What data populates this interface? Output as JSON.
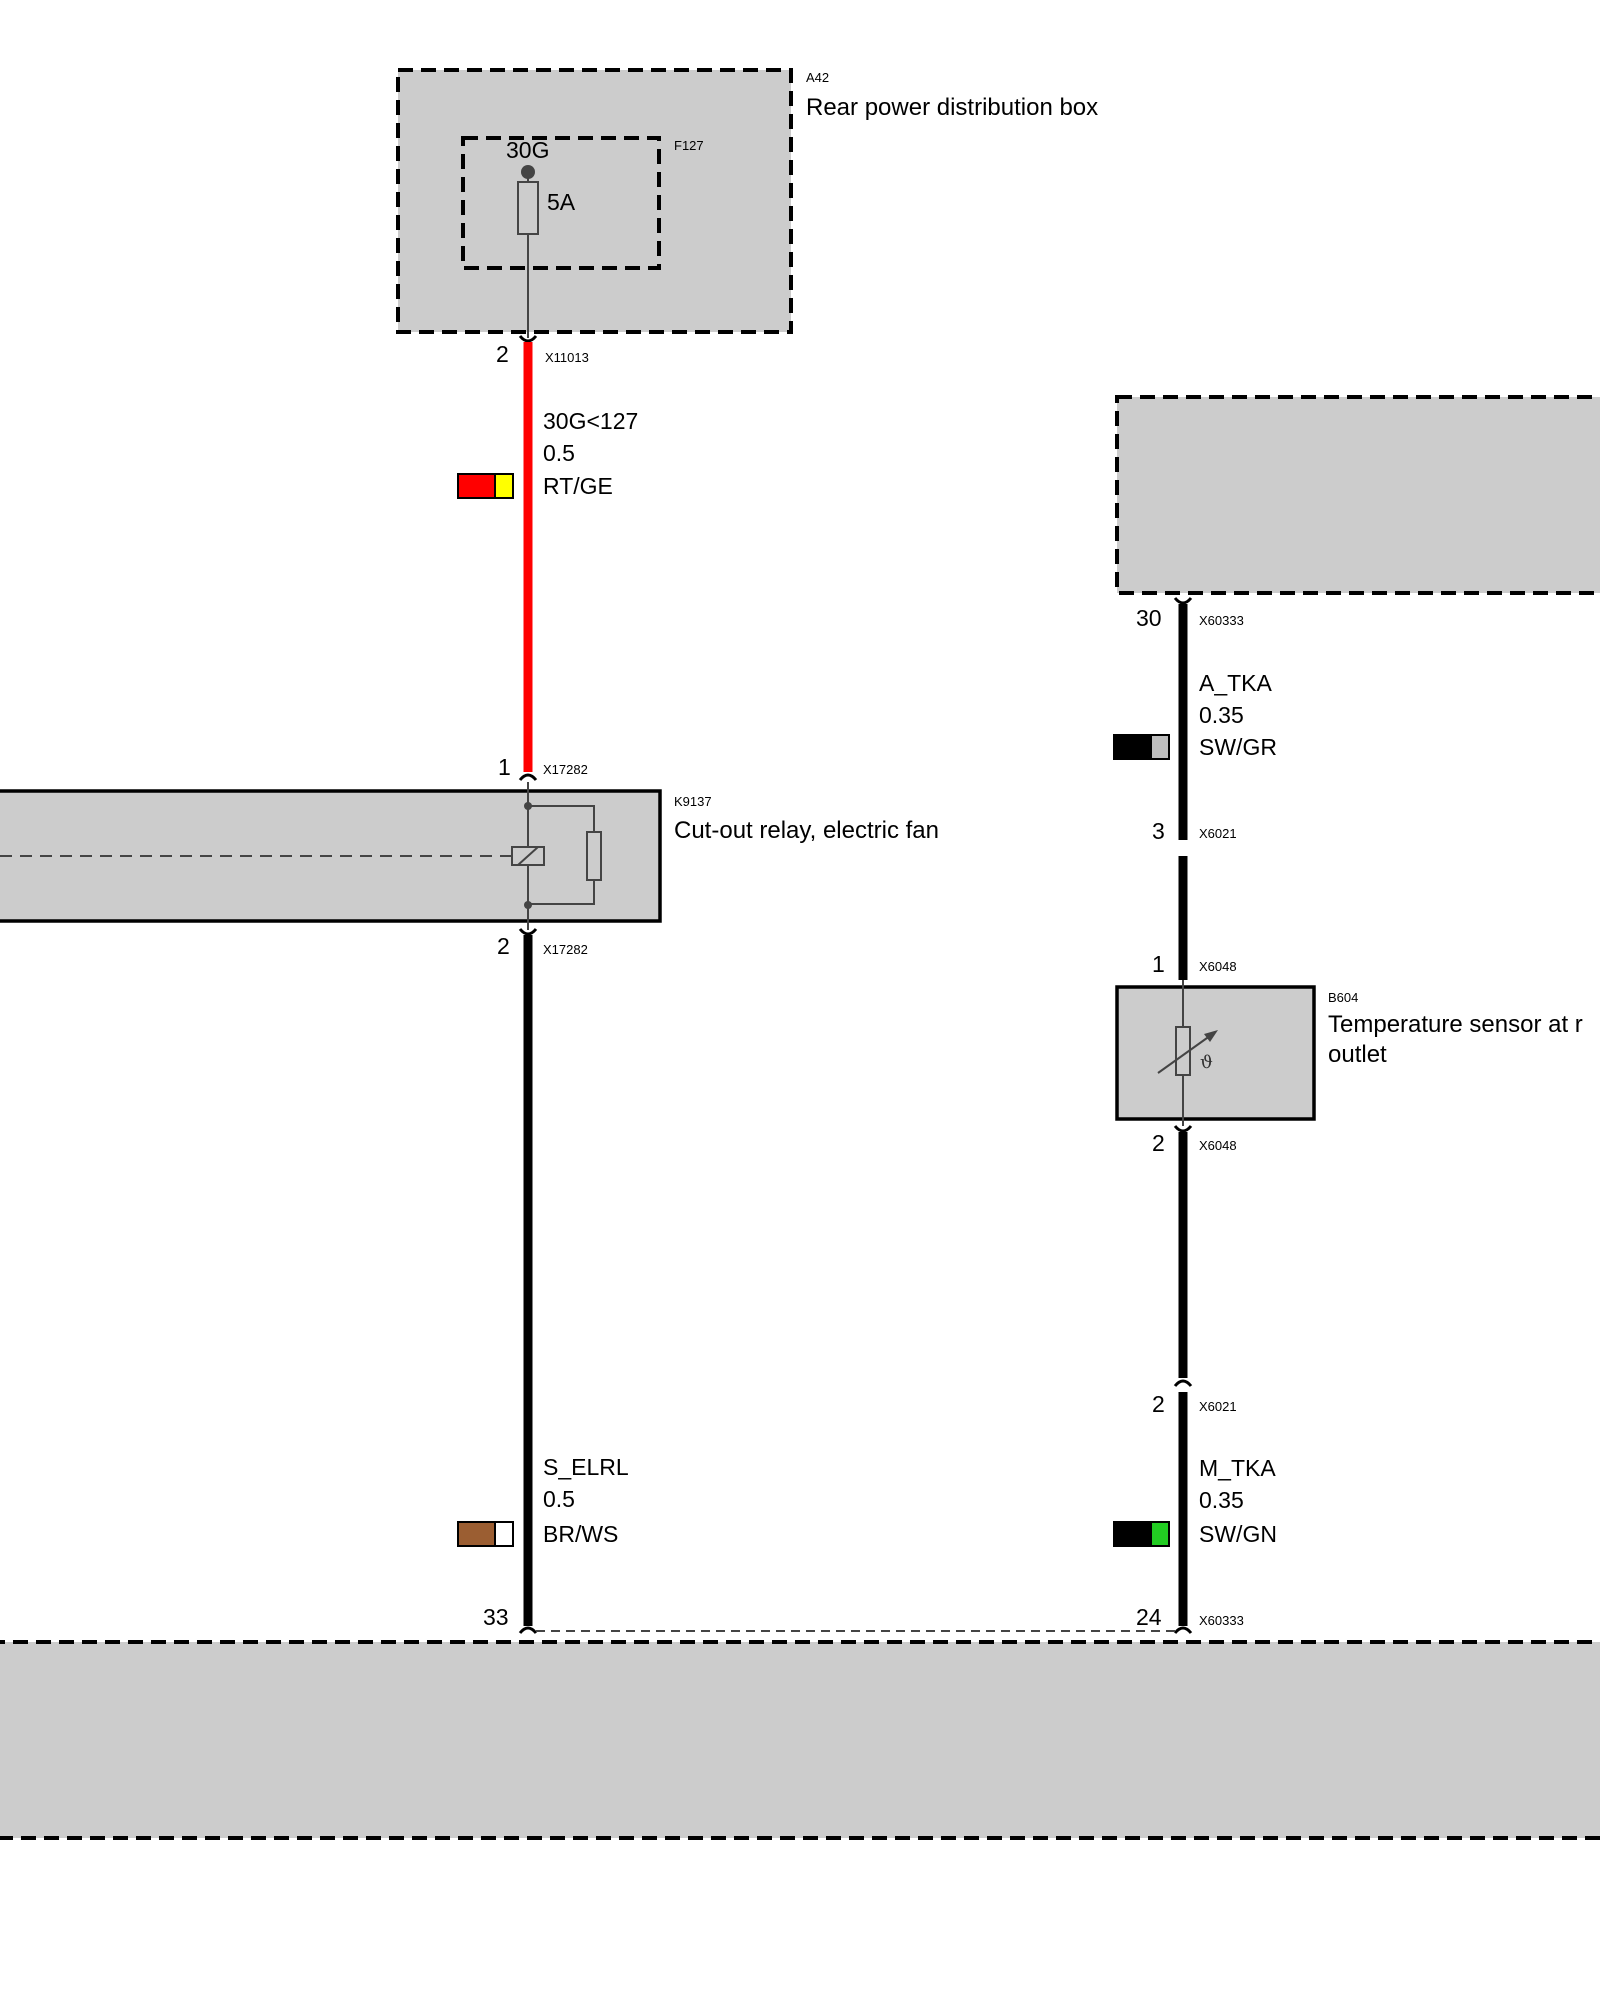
{
  "components": {
    "a42": {
      "id": "A42",
      "name": "Rear power distribution box"
    },
    "f127": {
      "id": "F127",
      "terminal": "30G",
      "rating": "5A"
    },
    "k9137": {
      "id": "K9137",
      "name": "Cut-out relay, electric fan"
    },
    "b604": {
      "id": "B604",
      "name_line1": "Temperature sensor at r",
      "name_line2": "outlet"
    }
  },
  "connectors": {
    "x11013": {
      "id": "X11013",
      "pin": "2"
    },
    "x17282_top": {
      "id": "X17282",
      "pin": "1"
    },
    "x17282_bottom": {
      "id": "X17282",
      "pin": "2"
    },
    "x60333_top": {
      "id": "X60333",
      "pin": "30"
    },
    "x6021_top": {
      "id": "X6021",
      "pin": "3"
    },
    "x6048_top": {
      "id": "X6048",
      "pin": "1"
    },
    "x6048_bottom": {
      "id": "X6048",
      "pin": "2"
    },
    "x6021_bottom": {
      "id": "X6021",
      "pin": "2"
    },
    "x60333_left": {
      "id": "X60333",
      "pin": "33"
    },
    "x60333_right": {
      "id": "X60333",
      "pin": "24"
    }
  },
  "wires": {
    "w1": {
      "signal": "30G<127",
      "gauge": "0.5",
      "color_code": "RT/GE",
      "primary": "#ff0000",
      "secondary": "#ffff00"
    },
    "w2": {
      "signal": "S_ELRL",
      "gauge": "0.5",
      "color_code": "BR/WS",
      "primary": "#9b5e32",
      "secondary": "#ffffff"
    },
    "w3": {
      "signal": "A_TKA",
      "gauge": "0.35",
      "color_code": "SW/GR",
      "primary": "#000000",
      "secondary": "#bdbdbd"
    },
    "w4": {
      "signal": "M_TKA",
      "gauge": "0.35",
      "color_code": "SW/GN",
      "primary": "#000000",
      "secondary": "#22cc22"
    }
  },
  "symbols": {
    "theta": "ϑ"
  }
}
